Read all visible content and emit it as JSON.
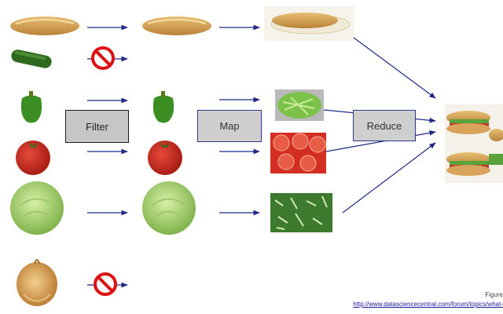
{
  "boxes": {
    "filter": "Filter",
    "map": "Map",
    "reduce": "Reduce"
  },
  "caption": {
    "figure_label": "Figure",
    "source_url": "http://www.datasciencecentral.com/forum/topics/what-"
  },
  "pictures": [
    "bread-roll",
    "cucumber",
    "green-pepper",
    "tomato",
    "lettuce",
    "onion",
    "sliced-bread-roll",
    "sliced-green-pepper",
    "sliced-tomato",
    "chopped-lettuce",
    "sandwich"
  ],
  "colors": {
    "arrow": "#1f2a86",
    "stop_sign": "#dd1111"
  }
}
